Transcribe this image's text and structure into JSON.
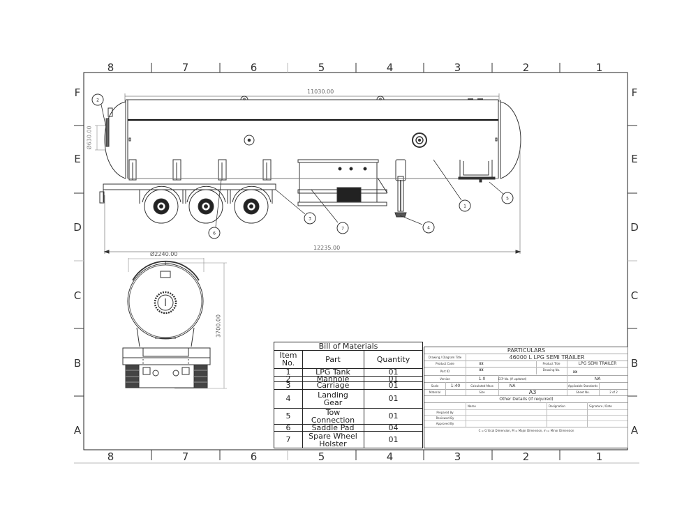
{
  "drawing": {
    "title": "46000 L LPG SEMI TRAILER",
    "frame": {
      "columns": [
        "8",
        "7",
        "6",
        "5",
        "4",
        "3",
        "2",
        "1"
      ],
      "rows": [
        "F",
        "E",
        "D",
        "C",
        "B",
        "A"
      ]
    },
    "side_view": {
      "dimensions": {
        "tank_length": "11030.00",
        "overall_length": "12235.00",
        "manhole_diameter": "Ø630.00"
      },
      "balloons": [
        "1",
        "2",
        "3",
        "4",
        "5",
        "6",
        "7"
      ]
    },
    "front_view": {
      "dimensions": {
        "tank_diameter": "Ø2240.00",
        "overall_height": "3700.00"
      }
    }
  },
  "bom": {
    "title": "Bill of Materials",
    "headers": {
      "item": "Item No.",
      "part": "Part",
      "quantity": "Quantity"
    },
    "rows": [
      {
        "item": "1",
        "part": "LPG Tank",
        "quantity": "01"
      },
      {
        "item": "2",
        "part": "Manhole",
        "quantity": "01"
      },
      {
        "item": "3",
        "part": "Carriage",
        "quantity": "01"
      },
      {
        "item": "4",
        "part": "Landing Gear",
        "quantity": "01"
      },
      {
        "item": "5",
        "part": "Tow Connection",
        "quantity": "01"
      },
      {
        "item": "6",
        "part": "Saddle Pad",
        "quantity": "04"
      },
      {
        "item": "7",
        "part": "Spare Wheel Holster",
        "quantity": "01"
      }
    ]
  },
  "particulars": {
    "title": "PARTICULARS",
    "drawing_title_label": "Drawing / Diagram Title",
    "drawing_title_value": "46000 L LPG SEMI TRAILER",
    "product_code_label": "Product Code",
    "product_code_value": "XX",
    "product_title_label": "Product Title",
    "product_title_value": "LPG SEMI TRAILER",
    "part_id_label": "Part ID",
    "part_id_value": "XX",
    "drawing_no_label": "Drawing No.",
    "drawing_no_value": "XX",
    "version_label": "Version",
    "version_value": "1.0",
    "ecp_label": "ECP No. (If updated)",
    "ecp_value": "NA",
    "scale_label": "Scale",
    "scale_value": "1:40",
    "mass_label": "Calculated Mass",
    "mass_value": "NA",
    "standards_label": "Applicable Standards",
    "standards_value": "",
    "material_label": "Material",
    "material_value": "",
    "size_label": "Size",
    "size_value": "A3",
    "sheet_label": "Sheet No.",
    "sheet_value": "2 of 2",
    "other_details_label": "Other Details (If required)",
    "sign_headers": {
      "name": "Name",
      "designation": "Designation",
      "signature": "Signature / Date"
    },
    "sign_rows": [
      "Prepared By",
      "Reviewed By",
      "Approved By"
    ],
    "legend": "C = Critical Dimension, M = Major Dimension, m = Minor Dimension"
  }
}
